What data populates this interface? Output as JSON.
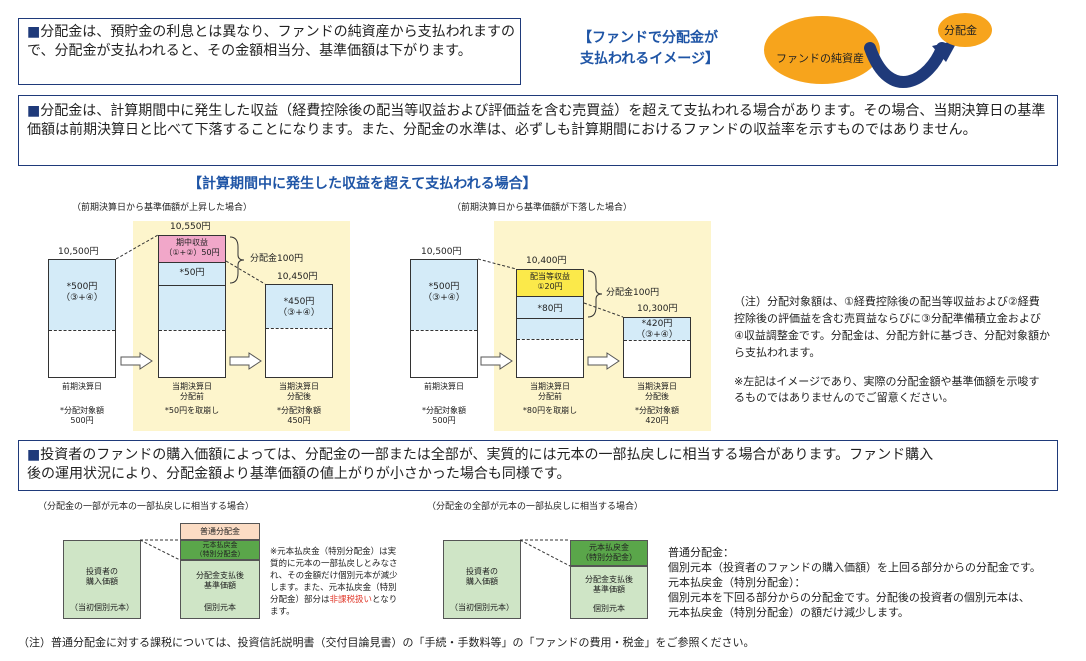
{
  "colors": {
    "navy": "#1f3a7a",
    "blue_text": "#1f55a6",
    "light_blue": "#d4ebf8",
    "yellow_bg": "#fdf5cc",
    "pink": "#f1a7c9",
    "yellow": "#fbe94a",
    "green": "#cfe5c6",
    "orange": "#f7a41c",
    "peach": "#fbdcc4",
    "red": "#e03a2c"
  },
  "box1": {
    "marker": "■",
    "text": "分配金は、預貯金の利息とは異なり、ファンドの純資産から支払われますので、分配金が支払われると、その金額相当分、基準価額は下がります。"
  },
  "image_title": {
    "line1": "【ファンドで分配金が",
    "line2": "支払われるイメージ】"
  },
  "image": {
    "assets": "ファンドの純資産",
    "dist": "分配金"
  },
  "box2": {
    "marker": "■",
    "text": "分配金は、計算期間中に発生した収益（経費控除後の配当等収益および評価益を含む売買益）を超えて支払われる場合があります。その場合、当期決算日の基準価額は前期決算日と比べて下落することになります。また、分配金の水準は、必ずしも計算期間におけるファンドの収益率を示すものではありません。"
  },
  "section_title": "【計算期間中に発生した収益を超えて支払われる場合】",
  "left_case": {
    "title": "（前期決算日から基準価額が上昇した場合）",
    "v1": "10,500円",
    "v2": "10,550円",
    "v3": "10,450円",
    "bar1_text": "*500円\n（③+④）",
    "income_label": "期中収益\n（①+②）50円",
    "star50": "*50円",
    "dist": "分配金100円",
    "bar3_text": "*450円\n（③+④）",
    "cap1": "前期決算日",
    "cap2": "当期決算日\n分配前",
    "cap3": "当期決算日\n分配後",
    "f1": "*分配対象額\n500円",
    "f2": "*50円を取崩し",
    "f3": "*分配対象額\n450円"
  },
  "right_case": {
    "title": "（前期決算日から基準価額が下落した場合）",
    "v1": "10,500円",
    "v2": "10,400円",
    "v3": "10,300円",
    "bar1_text": "*500円\n（③+④）",
    "income_label": "配当等収益\n①20円",
    "star80": "*80円",
    "dist": "分配金100円",
    "bar3_text": "*420円\n（③+④）",
    "cap1": "前期決算日",
    "cap2": "当期決算日\n分配前",
    "cap3": "当期決算日\n分配後",
    "f1": "*分配対象額\n500円",
    "f2": "*80円を取崩し",
    "f3": "*分配対象額\n420円"
  },
  "note1": "（注）分配対象額は、①経費控除後の配当等収益および②経費控除後の評価益を含む売買益ならびに③分配準備積立金および④収益調整金です。分配金は、分配方針に基づき、分配対象額から支払われます。",
  "note2": "※左記はイメージであり、実際の分配金額や基準価額を示唆するものではありませんのでご留意ください。",
  "box3": {
    "marker": "■",
    "text": "投資者のファンドの購入価額によっては、分配金の一部または全部が、実質的には元本の一部払戻しに相当する場合があります。ファンド購入後の運用状況により、分配金額より基準価額の値上がりが小さかった場合も同様です。"
  },
  "part_case": {
    "title": "（分配金の一部が元本の一部払戻しに相当する場合）",
    "investor": "投資者の\n購入価額",
    "investor_sub": "（当初個別元本）",
    "normal": "普通分配金",
    "special": "元本払戻金\n（特別分配金）",
    "after": "分配金支払後\n基準価額",
    "after_sub": "個別元本"
  },
  "part_note": {
    "a": "※元本払戻金（特別分配金）は実質的に元本の一部払戻しとみなされ、その金額だけ個別元本が減少します。また、元本払戻金（特別分配金）部分は",
    "b": "非課税扱い",
    "c": "となります。"
  },
  "full_case": {
    "title": "（分配金の全部が元本の一部払戻しに相当する場合）",
    "investor": "投資者の\n購入価額",
    "investor_sub": "（当初個別元本）",
    "special": "元本払戻金\n（特別分配金）",
    "after": "分配金支払後\n基準価額",
    "after_sub": "個別元本"
  },
  "defs": {
    "l1": "普通分配金：",
    "l2": "個別元本（投資者のファンドの購入価額）を上回る部分からの分配金です。",
    "l3": "元本払戻金（特別分配金）：",
    "l4": "個別元本を下回る部分からの分配金です。分配後の投資者の個別元本は、",
    "l5": "元本払戻金（特別分配金）の額だけ減少します。"
  },
  "footer": "（注）普通分配金に対する課税については、投資信託説明書（交付目論見書）の「手続・手数料等」の「ファンドの費用・税金」をご参照ください。"
}
